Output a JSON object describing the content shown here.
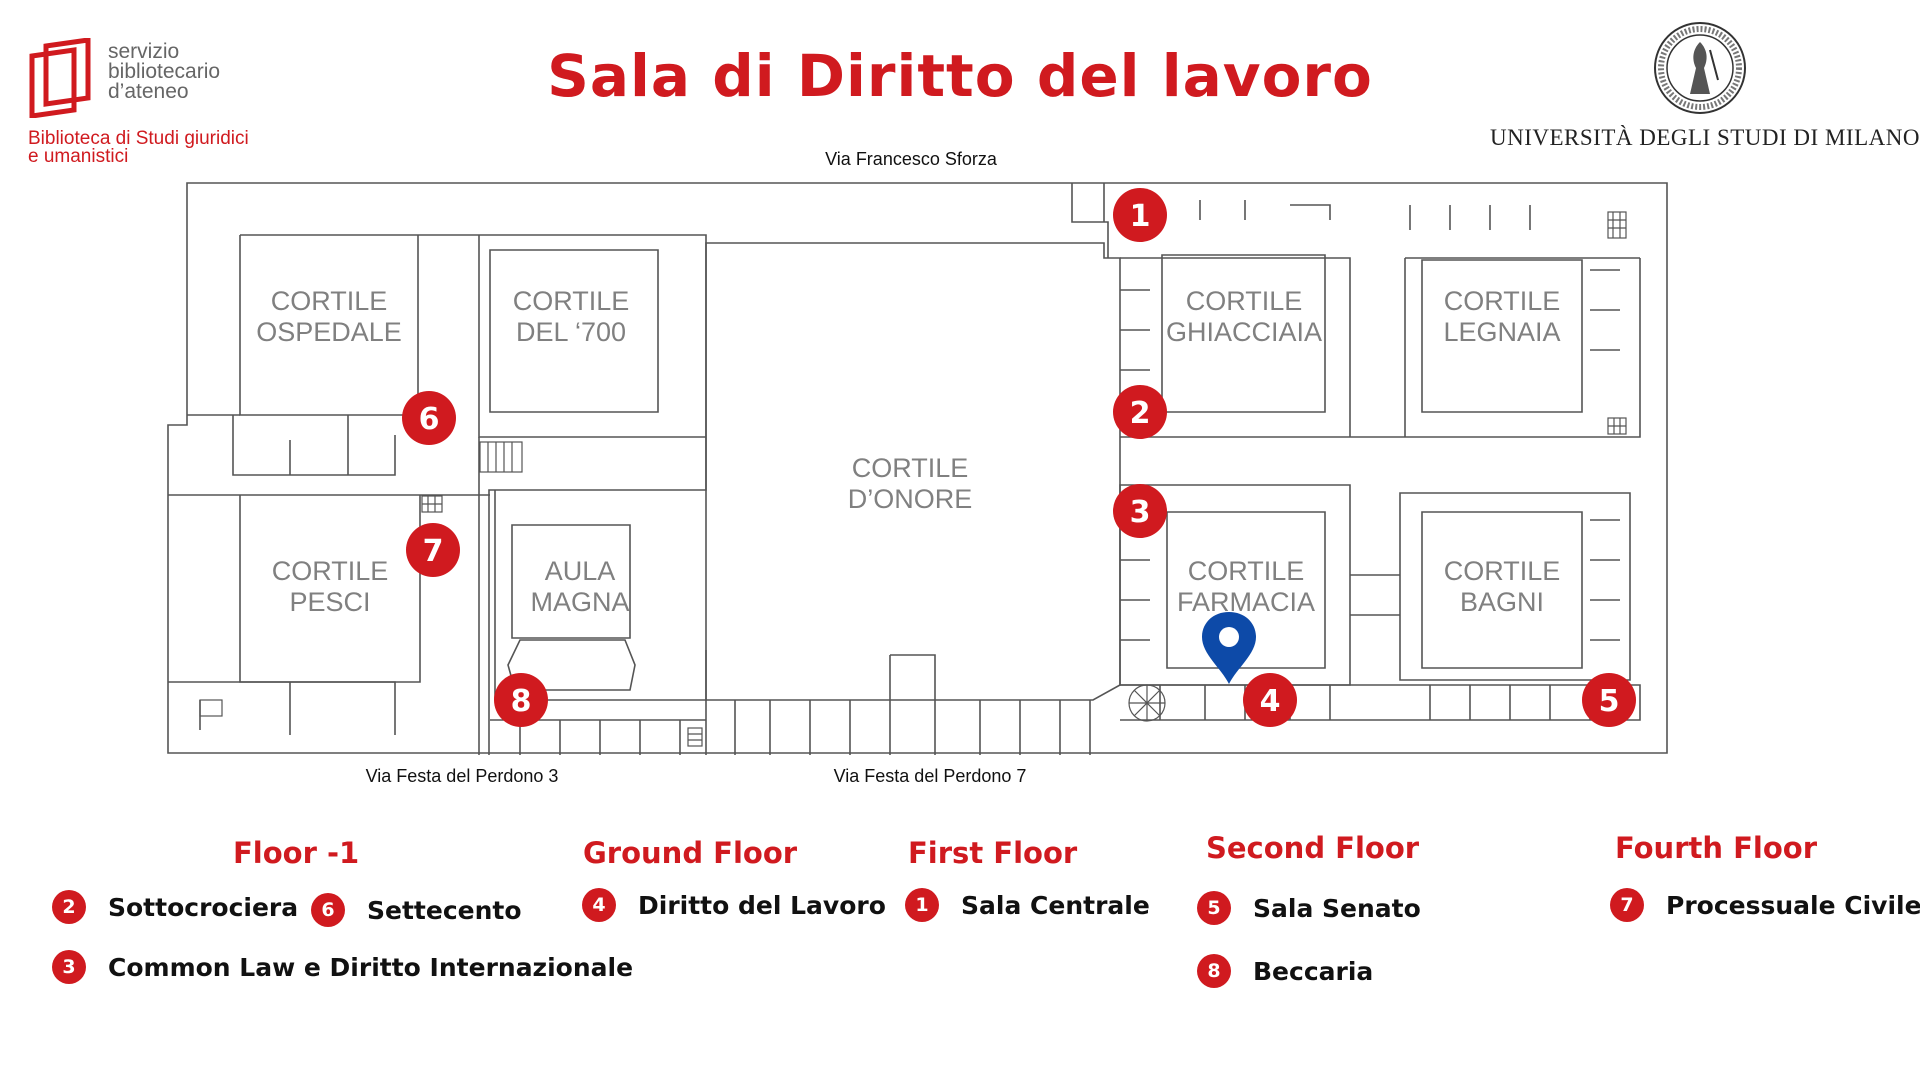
{
  "header": {
    "title": "Sala di Diritto del lavoro",
    "logo_left": {
      "line1": "servizio",
      "line2": "bibliotecario",
      "line3": "d’ateneo",
      "subtitle1": "Biblioteca di Studi giuridici",
      "subtitle2": "e umanistici"
    },
    "university": "UNIVERSITÀ DEGLI STUDI DI MILANO"
  },
  "map": {
    "streets": {
      "top": "Via Francesco Sforza",
      "bottom_left": "Via Festa del Perdono 3",
      "bottom_right": "Via Festa del Perdono 7"
    },
    "courtyards": [
      {
        "line1": "CORTILE",
        "line2": "OSPEDALE"
      },
      {
        "line1": "CORTILE",
        "line2": "DEL ‘700"
      },
      {
        "line1": "CORTILE",
        "line2": "D’ONORE"
      },
      {
        "line1": "CORTILE",
        "line2": "GHIACCIAIA"
      },
      {
        "line1": "CORTILE",
        "line2": "LEGNAIA"
      },
      {
        "line1": "CORTILE",
        "line2": "PESCI"
      },
      {
        "line1": "AULA",
        "line2": "MAGNA"
      },
      {
        "line1": "CORTILE",
        "line2": "FARMACIA"
      },
      {
        "line1": "CORTILE",
        "line2": "BAGNI"
      }
    ],
    "markers": [
      "1",
      "2",
      "3",
      "4",
      "5",
      "6",
      "7",
      "8"
    ],
    "pin_icon": "location-pin-icon",
    "colors": {
      "accent": "#d01a1f",
      "pin": "#0d4aa8",
      "walls": "#555555"
    }
  },
  "legend": [
    {
      "floor": "Floor -1",
      "items": [
        {
          "num": "2",
          "label": "Sottocrociera"
        },
        {
          "num": "6",
          "label": "Settecento"
        },
        {
          "num": "3",
          "label": "Common Law e Diritto Internazionale"
        }
      ]
    },
    {
      "floor": "Ground Floor",
      "items": [
        {
          "num": "4",
          "label": "Diritto del Lavoro"
        }
      ]
    },
    {
      "floor": "First Floor",
      "items": [
        {
          "num": "1",
          "label": "Sala Centrale"
        }
      ]
    },
    {
      "floor": "Second Floor",
      "items": [
        {
          "num": "5",
          "label": "Sala Senato"
        },
        {
          "num": "8",
          "label": "Beccaria"
        }
      ]
    },
    {
      "floor": "Fourth Floor",
      "items": [
        {
          "num": "7",
          "label": "Processuale Civile"
        }
      ]
    }
  ]
}
